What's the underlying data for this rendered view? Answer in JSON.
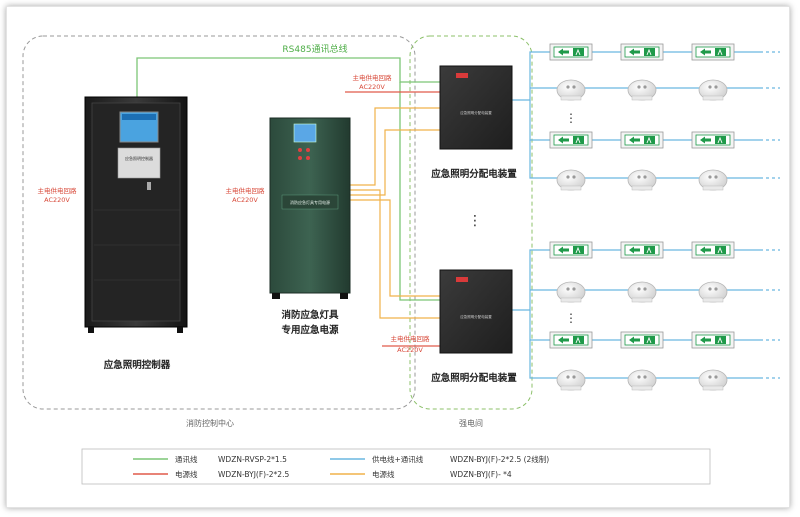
{
  "diagram": {
    "bus_label": "RS485通讯总线",
    "controller_label": "应急照明控制器",
    "power_supply_label_line1": "消防应急灯具",
    "power_supply_label_line2": "专用应急电源",
    "distributor_label_top": "应急照明分配电装置",
    "distributor_label_bottom": "应急照明分配电装置",
    "zone_left_label": "消防控制中心",
    "zone_right_label": "强电间",
    "main_power_a_line1": "主电供电回路",
    "main_power_a_line2": "AC220V",
    "main_power_b_line1": "主电供电回路",
    "main_power_b_line2": "AC220V",
    "main_power_c_line1": "主电供电回路",
    "main_power_c_line2": "AC220V",
    "main_power_d_line1": "主电供电回路",
    "main_power_d_line2": "AC220V",
    "vdots": "⋮",
    "controller_screen_text": "应急照明控制器",
    "psu_panel_text": "消防应急灯具专用电源",
    "dist_panel_text": "应急照明分配电装置"
  },
  "legend": {
    "rows": [
      {
        "line_label": "通讯线",
        "spec": "WDZN-RVSP-2*1.5",
        "color": "#7cc576"
      },
      {
        "line_label": "电源线",
        "spec": "WDZN-BYJ(F)-2*2.5",
        "color": "#e05a4a"
      },
      {
        "line_label": "供电线+通讯线",
        "spec": "WDZN-BYJ(F)-2*2.5 (2线制)",
        "color": "#6ab7e0"
      },
      {
        "line_label": "电源线",
        "spec": "WDZN-BYJ(F)-  *4",
        "color": "#f0b24a"
      }
    ]
  },
  "colors": {
    "comm": "#7cc576",
    "power": "#e05a4a",
    "supply_comm": "#6ab7e0",
    "power4": "#f0b24a",
    "zone_border": "#9a9a9a",
    "zone_right_border": "#8cc06a"
  },
  "icons": [
    "exit-sign-icon",
    "emergency-light-icon",
    "controller-cabinet",
    "power-supply-cabinet",
    "distribution-box"
  ]
}
